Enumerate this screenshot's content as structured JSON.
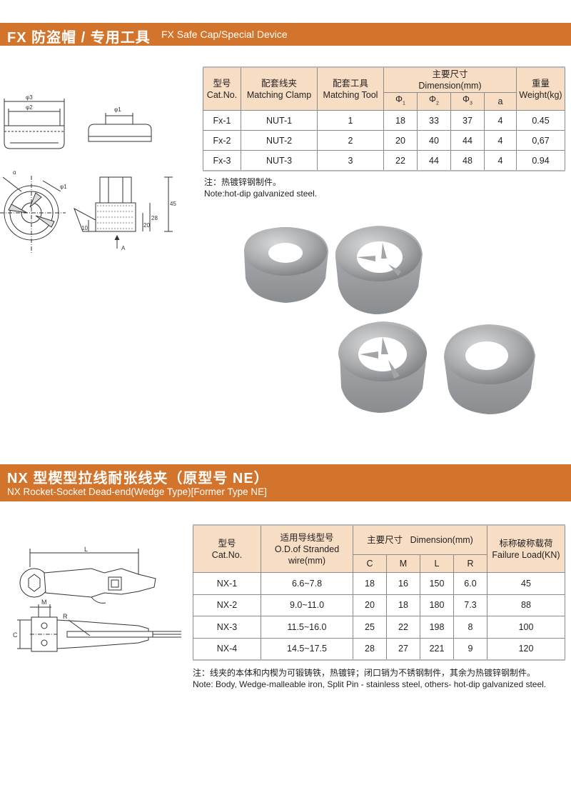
{
  "colors": {
    "band": "#d2742c",
    "header_fill": "#f6ddc4"
  },
  "fx": {
    "title_cn": "FX 防盗帽 / 专用工具",
    "title_en": "FX Safe Cap/Special Device",
    "headers": {
      "model_cn": "型号",
      "model_en": "Cat.No.",
      "clamp_cn": "配套线夹",
      "clamp_en": "Matching Clamp",
      "tool_cn": "配套工具",
      "tool_en": "Matching Tool",
      "dim_cn": "主要尺寸",
      "dim_en": "Dimension(mm)",
      "weight_cn": "重量",
      "weight_en": "Weight(kg)",
      "phi": "Φ",
      "phi1": "1",
      "phi2": "2",
      "phi3": "3",
      "a": "a"
    },
    "rows": [
      {
        "model": "Fx-1",
        "clamp": "NUT-1",
        "tool": "1",
        "p1": "18",
        "p2": "33",
        "p3": "37",
        "a": "4",
        "weight": "0.45"
      },
      {
        "model": "Fx-2",
        "clamp": "NUT-2",
        "tool": "2",
        "p1": "20",
        "p2": "40",
        "p3": "44",
        "a": "4",
        "weight": "0,67"
      },
      {
        "model": "Fx-3",
        "clamp": "NUT-3",
        "tool": "3",
        "p1": "22",
        "p2": "44",
        "p3": "48",
        "a": "4",
        "weight": "0.94"
      }
    ],
    "note_cn": "注：热镀锌钢制件。",
    "note_en": "Note:hot-dip galvanized steel.",
    "drawing_labels": {
      "phi3": "φ3",
      "phi2": "φ2",
      "phi1": "φ1",
      "a": "α",
      "d45": "45",
      "d28": "28",
      "d20": "20",
      "d10": "10",
      "arrow": "A"
    }
  },
  "nx": {
    "title_cn": "NX 型楔型拉线耐张线夹（原型号 NE）",
    "title_en": "NX Rocket-Socket Dead-end(Wedge Type)[Former Type NE]",
    "headers": {
      "model_cn": "型号",
      "model_en": "Cat.No.",
      "od_cn": "适用导线型号",
      "od_en1": "O.D.of Stranded",
      "od_en2": "wire(mm)",
      "dim_cn": "主要尺寸",
      "dim_en": "Dimension(mm)",
      "load_cn": "标称破称载荷",
      "load_en": "Failure Load(KN)",
      "c": "C",
      "m": "M",
      "l": "L",
      "r": "R"
    },
    "rows": [
      {
        "model": "NX-1",
        "od": "6.6~7.8",
        "c": "18",
        "m": "16",
        "l": "150",
        "r": "6.0",
        "load": "45"
      },
      {
        "model": "NX-2",
        "od": "9.0~11.0",
        "c": "20",
        "m": "18",
        "l": "180",
        "r": "7.3",
        "load": "88"
      },
      {
        "model": "NX-3",
        "od": "11.5~16.0",
        "c": "25",
        "m": "22",
        "l": "198",
        "r": "8",
        "load": "100"
      },
      {
        "model": "NX-4",
        "od": "14.5~17.5",
        "c": "28",
        "m": "27",
        "l": "221",
        "r": "9",
        "load": "120"
      }
    ],
    "note_cn": "注：线夹的本体和内楔为可锻铸铁，热镀锌；闭口销为不锈钢制件，其余为热镀锌钢制件。",
    "note_en": "Note: Body, Wedge-malleable iron, Split Pin - stainless steel, others- hot-dip galvanized steel.",
    "drawing_labels": {
      "L": "L",
      "M": "M",
      "R": "R",
      "C": "C"
    }
  }
}
